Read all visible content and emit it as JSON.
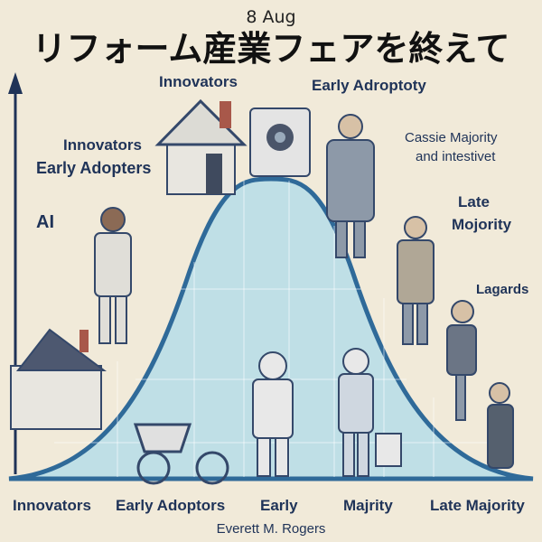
{
  "header": {
    "date": "8 Aug",
    "title": "リフォーム産業フェアを終えて"
  },
  "illustration_labels": {
    "top_left": "Innovators",
    "top_right": "Early Adroptoty",
    "left_1": "Innovators",
    "left_2": "Early Adopters",
    "ai": "AI",
    "right_1": "Cassie Majority",
    "right_2": "and intestivet",
    "late_1": "Late",
    "late_2": "Mojority",
    "laggards": "Lagards"
  },
  "axis_labels": [
    "Innovators",
    "Early Adoptors",
    "Early",
    "Majrity",
    "Late Majority"
  ],
  "footer": "Everett M. Rogers",
  "colors": {
    "background": "#f1ead9",
    "curve": "#2f6a99",
    "fill": "#b9dbe4",
    "text": "#1f3358"
  }
}
